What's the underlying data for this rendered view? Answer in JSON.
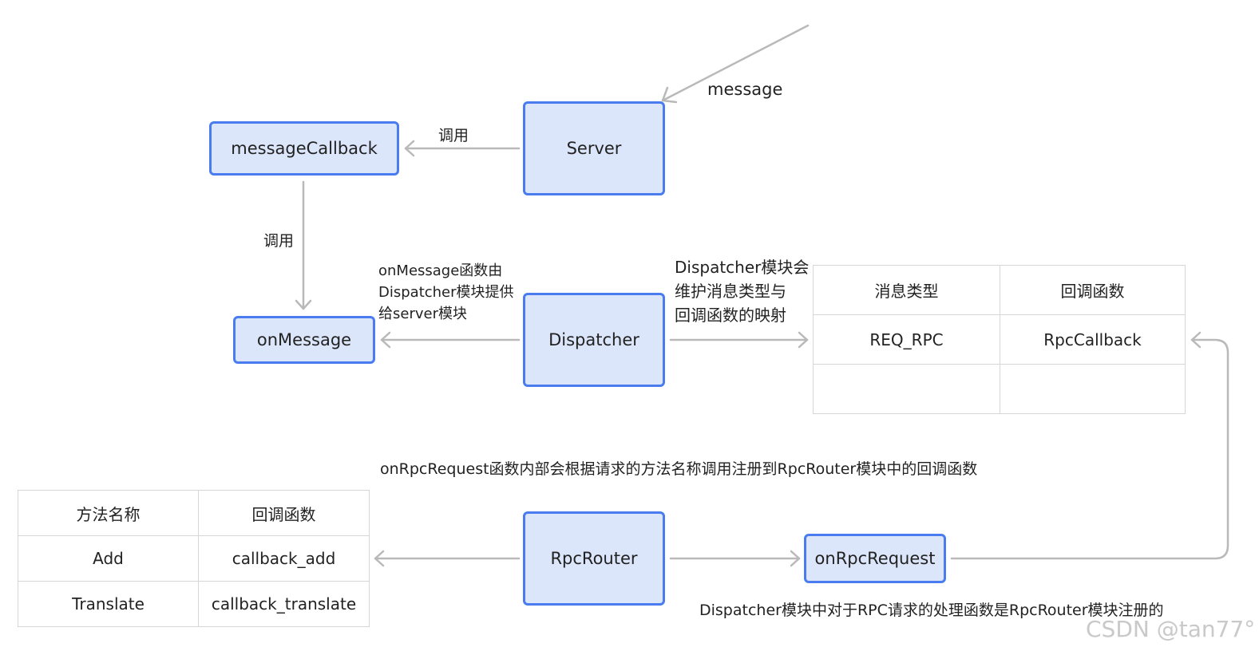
{
  "nodes": {
    "server": "Server",
    "message_callback": "messageCallback",
    "on_message": "onMessage",
    "dispatcher": "Dispatcher",
    "rpc_router": "RpcRouter",
    "on_rpc_request": "onRpcRequest"
  },
  "labels": {
    "incoming_message": "message",
    "call_1": "调用",
    "call_2": "调用",
    "onmessage_note": [
      "onMessage函数由",
      "Dispatcher模块提供",
      "给server模块"
    ],
    "dispatcher_note": [
      "Dispatcher模块会",
      "维护消息类型与",
      "回调函数的映射"
    ],
    "onrpcrequest_note": "onRpcRequest函数内部会根据请求的方法名称调用注册到RpcRouter模块中的回调函数",
    "dispatcher_rpc_note": "Dispatcher模块中对于RPC请求的处理函数是RpcRouter模块注册的"
  },
  "message_table": {
    "headers": [
      "消息类型",
      "回调函数"
    ],
    "rows": [
      [
        "REQ_RPC",
        "RpcCallback"
      ],
      [
        "",
        ""
      ]
    ]
  },
  "method_table": {
    "headers": [
      "方法名称",
      "回调函数"
    ],
    "rows": [
      [
        "Add",
        "callback_add"
      ],
      [
        "Translate",
        "callback_translate"
      ]
    ]
  },
  "watermark": "CSDN @tan77°",
  "colors": {
    "node_fill": "#dce6fb",
    "node_border": "#4a7cf0",
    "arrow": "#b9b9b9",
    "table_border": "#d6d6d6"
  }
}
